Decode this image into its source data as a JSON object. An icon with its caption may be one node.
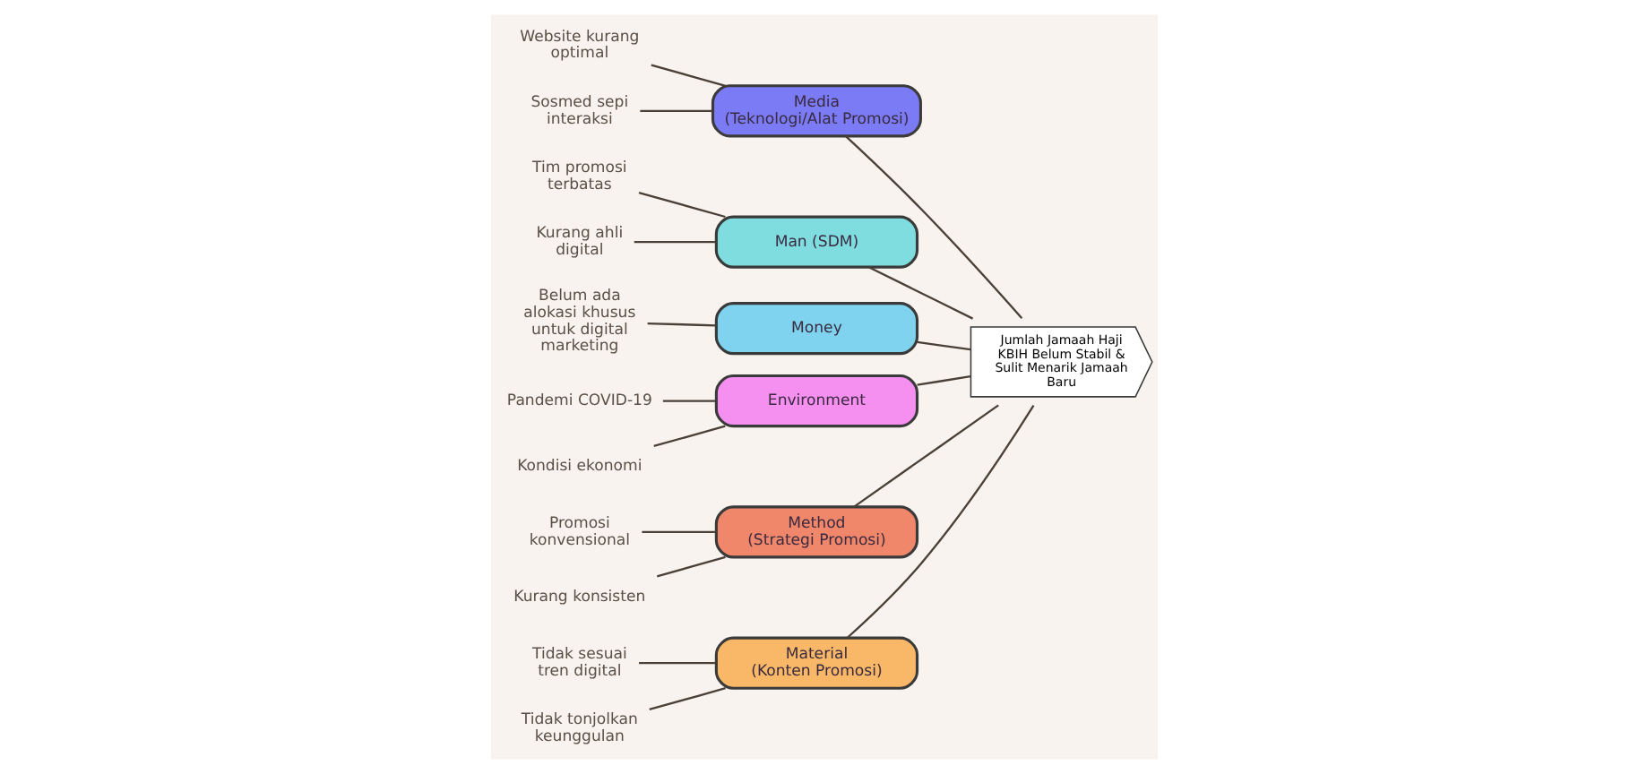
{
  "diagram": {
    "nodes": [
      {
        "text": [
          "Material (Konten Promosi)"
        ]
      },
      {
        "text": [
          "Media (Teknologi/Alat Promosi)"
        ]
      },
      {
        "text": [
          "Man (SDM)"
        ]
      },
      {
        "text": [
          "Tidak sesuai tren digital"
        ]
      },
      {
        "text": [
          "Tidak tonjolkan keunggulan"
        ]
      },
      {
        "text": [
          "Website kurang optimal"
        ]
      },
      {
        "text": [
          "Sosmed sepi interaksi"
        ]
      },
      {
        "text": [
          "Tim promosi terbatas"
        ]
      },
      {
        "text": [
          "Kurang ahli digital"
        ]
      },
      {
        "text": [
          "Jumlah Jamaah Haji KBIH Belum Stabil & Sulit Menarik Jamaah Baru"
        ]
      },
      {
        "text": [
          "Pandemi COVID-19"
        ]
      },
      {
        "text": [
          "Promosi konvensional"
        ]
      },
      {
        "text": [
          "Belum ada alokasi khusus untuk digital marketing"
        ]
      },
      {
        "text": [
          "Kondisi ekonomi"
        ]
      },
      {
        "text": [
          "Kurang konsisten"
        ]
      },
      {
        "text": [
          "Money"
        ]
      },
      {
        "text": [
          "Environment"
        ]
      },
      {
        "text": [
          "Method (Strategi Promosi)"
        ]
      }
    ],
    "edges": [
      {
        "from": 3,
        "to": 0,
        "arrow": "none"
      },
      {
        "from": 4,
        "to": 0,
        "arrow": "none"
      },
      {
        "from": 5,
        "to": 1,
        "arrow": "none"
      },
      {
        "from": 6,
        "to": 1,
        "arrow": "none"
      },
      {
        "from": 7,
        "to": 2,
        "arrow": "none"
      },
      {
        "from": 8,
        "to": 2,
        "arrow": "none"
      },
      {
        "from": 12,
        "to": 15,
        "arrow": "none"
      },
      {
        "from": 10,
        "to": 16,
        "arrow": "none"
      },
      {
        "from": 13,
        "to": 16,
        "arrow": "none"
      },
      {
        "from": 11,
        "to": 17,
        "arrow": "none"
      },
      {
        "from": 14,
        "to": 17,
        "arrow": "none"
      },
      {
        "from": 0,
        "to": 9,
        "arrow": "none"
      },
      {
        "from": 1,
        "to": 9,
        "arrow": "none"
      },
      {
        "from": 2,
        "to": 9,
        "arrow": "none"
      },
      {
        "from": 15,
        "to": 9,
        "arrow": "none"
      },
      {
        "from": 16,
        "to": 9,
        "arrow": "none"
      },
      {
        "from": 17,
        "to": 9,
        "arrow": "none"
      }
    ]
  }
}
